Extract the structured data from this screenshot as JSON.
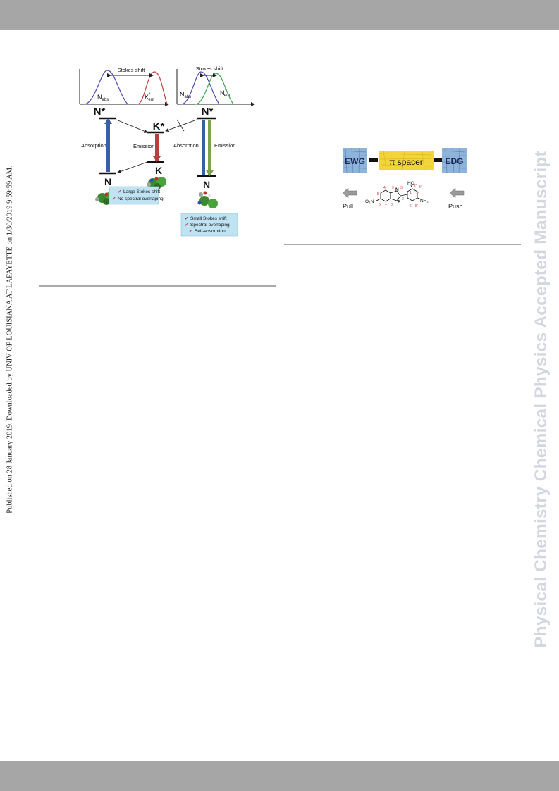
{
  "side_note": "Published on 28 January 2019. Downloaded by UNIV OF LOUISIANA AT LAFAYETTE on 1/30/2019 9:59:59 AM.",
  "watermark": "Physical Chemistry Chemical Physics Accepted Manuscript",
  "left_figure": {
    "stokes_shift_left": "Stokes shift",
    "stokes_shift_right": "Stokes shift",
    "n_abs_main": "N",
    "n_abs_sub": "abs",
    "k_em_main": "K",
    "k_em_sup": "*",
    "k_em_sub": "em",
    "n_abs2_main": "N",
    "n_abs2_sub": "abs",
    "n_em_main": "N",
    "n_em_sup": "*",
    "n_em_sub": "em",
    "n_star_left": "N*",
    "k_star": "K*",
    "n_star_right": "N*",
    "absorption_left": "Absorption",
    "emission_mid": "Emission",
    "absorption_right": "Absorption",
    "emission_right": "Emission",
    "k_ground": "K",
    "n_ground_left": "N",
    "n_ground_right": "N",
    "box_left": [
      "Large Stokes shift",
      "No spectral overlaping"
    ],
    "box_right": [
      "Small Stokes shift",
      "Spectral overlaping",
      "Self-absorption"
    ],
    "colors": {
      "blue": "#3a5fa8",
      "red": "#b5403f",
      "green": "#7aa34c",
      "box": "#bfe3f3"
    }
  },
  "right_figure": {
    "ewg": "EWG",
    "pi_spacer": "π spacer",
    "edg": "EDG",
    "pull": "Pull",
    "push": "Push",
    "o2n": "O₂N",
    "nh2": "NH₂",
    "ho": "HO",
    "n_atom": "N",
    "x_atom": "X",
    "num_3": "3",
    "num_9": "9",
    "num_4": "4",
    "num_5": "5",
    "num_6": "6",
    "num_7": "7",
    "num_8": "8",
    "num_1": "1",
    "num_2": "2",
    "num_2p": "2'",
    "num_3p": "3'",
    "num_1p": "1'",
    "num_4p": "4'",
    "num_6p": "6'",
    "num_5p": "5'",
    "colors": {
      "blue": "#8fb4d9",
      "yellow": "#f2d43b",
      "number_red": "#d23a3a"
    }
  }
}
